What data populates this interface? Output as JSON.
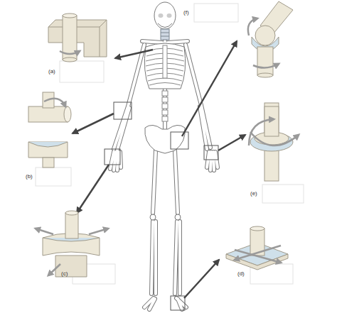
{
  "diagram": {
    "labels": [
      "(f)",
      "(a)",
      "(b)",
      "(e)",
      "(c)",
      "(d)"
    ]
  }
}
